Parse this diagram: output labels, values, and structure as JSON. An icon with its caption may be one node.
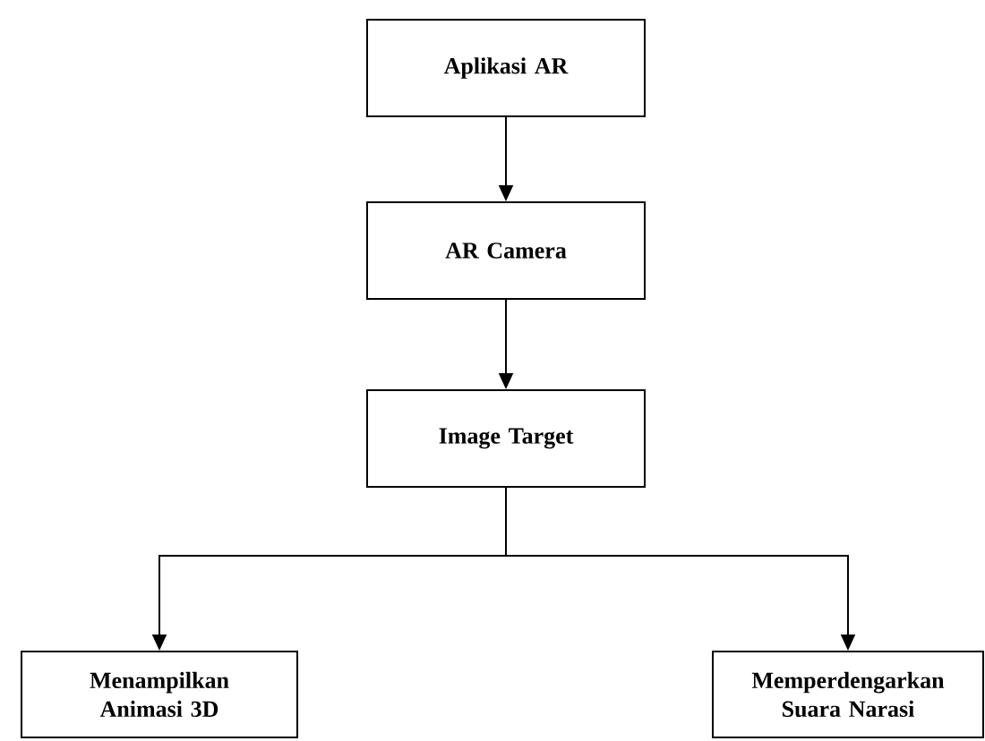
{
  "diagram": {
    "nodes": [
      {
        "text": [
          "Aplikasi AR"
        ]
      },
      {
        "text": [
          "AR Camera"
        ]
      },
      {
        "text": [
          "Image Target"
        ]
      },
      {
        "text": [
          "Menampilkan Animasi 3D"
        ]
      },
      {
        "text": [
          "Memperdengarkan Suara Narasi"
        ]
      }
    ],
    "edges": [
      {
        "from": 0,
        "to": 1,
        "arrow": "to"
      },
      {
        "from": 1,
        "to": 2,
        "arrow": "to"
      },
      {
        "from": 2,
        "to": 3,
        "arrow": "to"
      },
      {
        "from": 2,
        "to": 4,
        "arrow": "to"
      }
    ]
  }
}
